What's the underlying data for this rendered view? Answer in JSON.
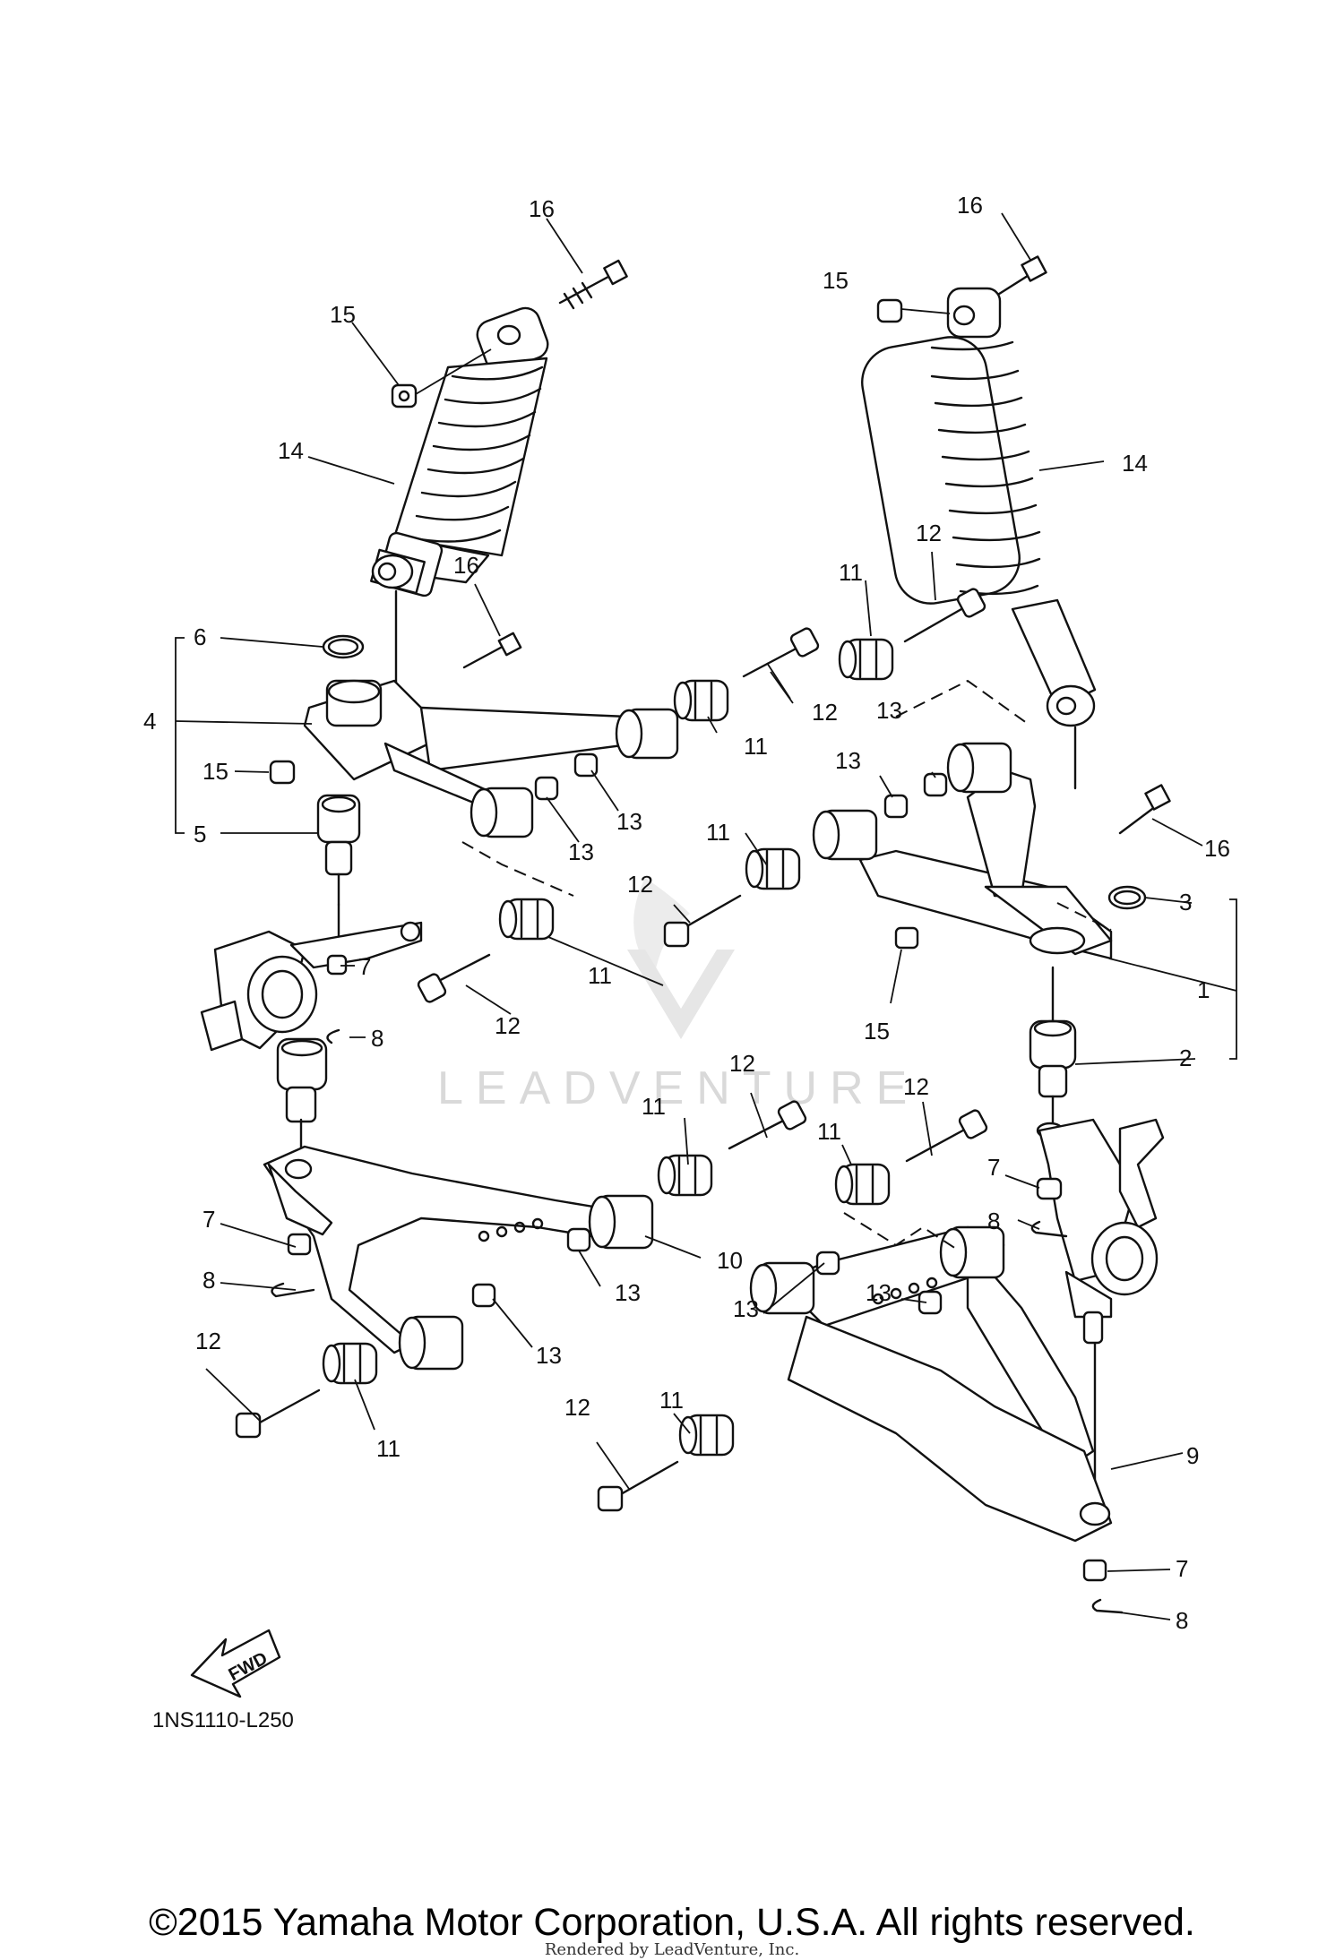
{
  "watermark": "LEADVENTURE",
  "part_code": "1NS1110-L250",
  "fwd_label": "FWD",
  "copyright": "©2015 Yamaha Motor Corporation, U.S.A. All rights reserved.",
  "rendered_by": "Rendered by LeadVenture, Inc.",
  "callouts": {
    "c16a": "16",
    "c15a": "15",
    "c14a": "14",
    "c16b": "16",
    "c6": "6",
    "c4": "4",
    "c15b": "15",
    "c5": "5",
    "c7a": "7",
    "c8a": "8",
    "c13a": "13",
    "c13b": "13",
    "c11a": "11",
    "c12a": "12",
    "c11b": "11",
    "c16c": "16",
    "c15c": "15",
    "c14b": "14",
    "c12b": "12",
    "c11c": "11",
    "c12c": "12",
    "c13c": "13",
    "c13d": "13",
    "c16d": "16",
    "c3": "3",
    "c1": "1",
    "c11d": "11",
    "c12d": "12",
    "c15d": "15",
    "c2": "2",
    "c12e": "12",
    "c11e": "11",
    "c12f": "12",
    "c11f": "11",
    "c7b": "7",
    "c8b": "8",
    "c7c": "7",
    "c8c": "8",
    "c13e": "13",
    "c10": "10",
    "c13f": "13",
    "c12g": "12",
    "c11g": "11",
    "c13g": "13",
    "c13h": "13",
    "c11h": "11",
    "c12h": "12",
    "c9": "9",
    "c7d": "7",
    "c8d": "8"
  }
}
